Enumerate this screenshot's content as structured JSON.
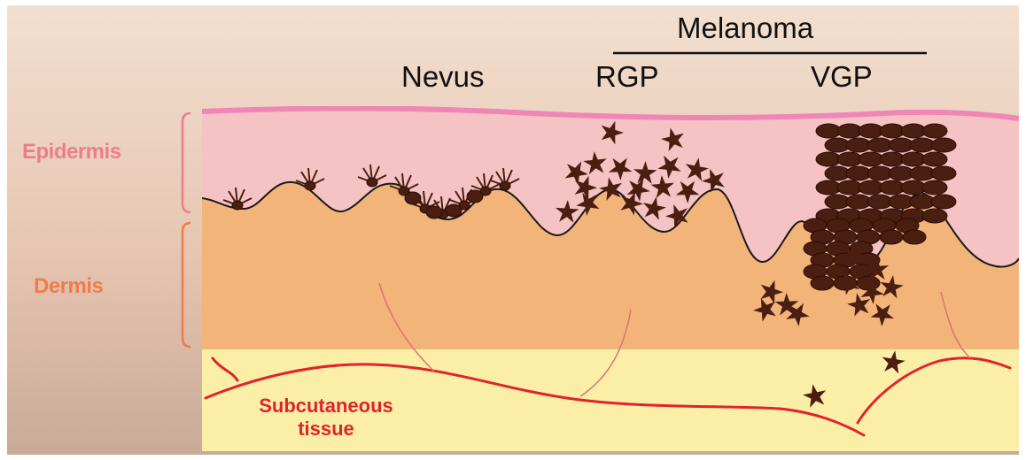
{
  "header": {
    "melanoma": "Melanoma",
    "nevus": "Nevus",
    "rgp": "RGP",
    "vgp": "VGP"
  },
  "layers": {
    "epidermis": "Epidermis",
    "dermis": "Dermis",
    "subcutaneous_line1": "Subcutaneous",
    "subcutaneous_line2": "tissue"
  },
  "colors": {
    "background_top": "#f3dfcf",
    "background_bottom": "#c9aa98",
    "epidermis_fill": "#f6c3c4",
    "stratum_corneum": "#ef86b5",
    "dermis_fill": "#f3b47a",
    "subcutaneous_fill": "#fbefa8",
    "vessel": "#e0242a",
    "epidermis_label": "#ee7d8c",
    "dermis_label": "#ee7d4a",
    "subcutaneous_label": "#e0242a",
    "melanocyte": "#4a1e10",
    "text": "#111111"
  }
}
